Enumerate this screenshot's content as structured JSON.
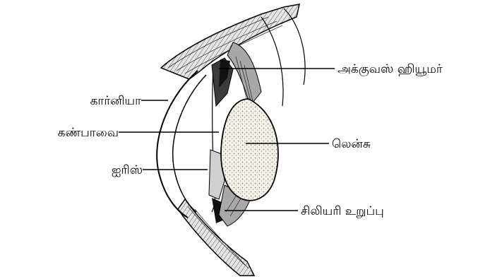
{
  "labels": {
    "cornea": "கார்னியா",
    "pupil": "கண்பாவை",
    "iris": "ஐரிஸ்",
    "aqueous_humour": "அக்குவஸ் ஹியூமர்",
    "lens": "லென்சு",
    "ciliary_body": "சிலியரி உறுப்பு"
  }
}
